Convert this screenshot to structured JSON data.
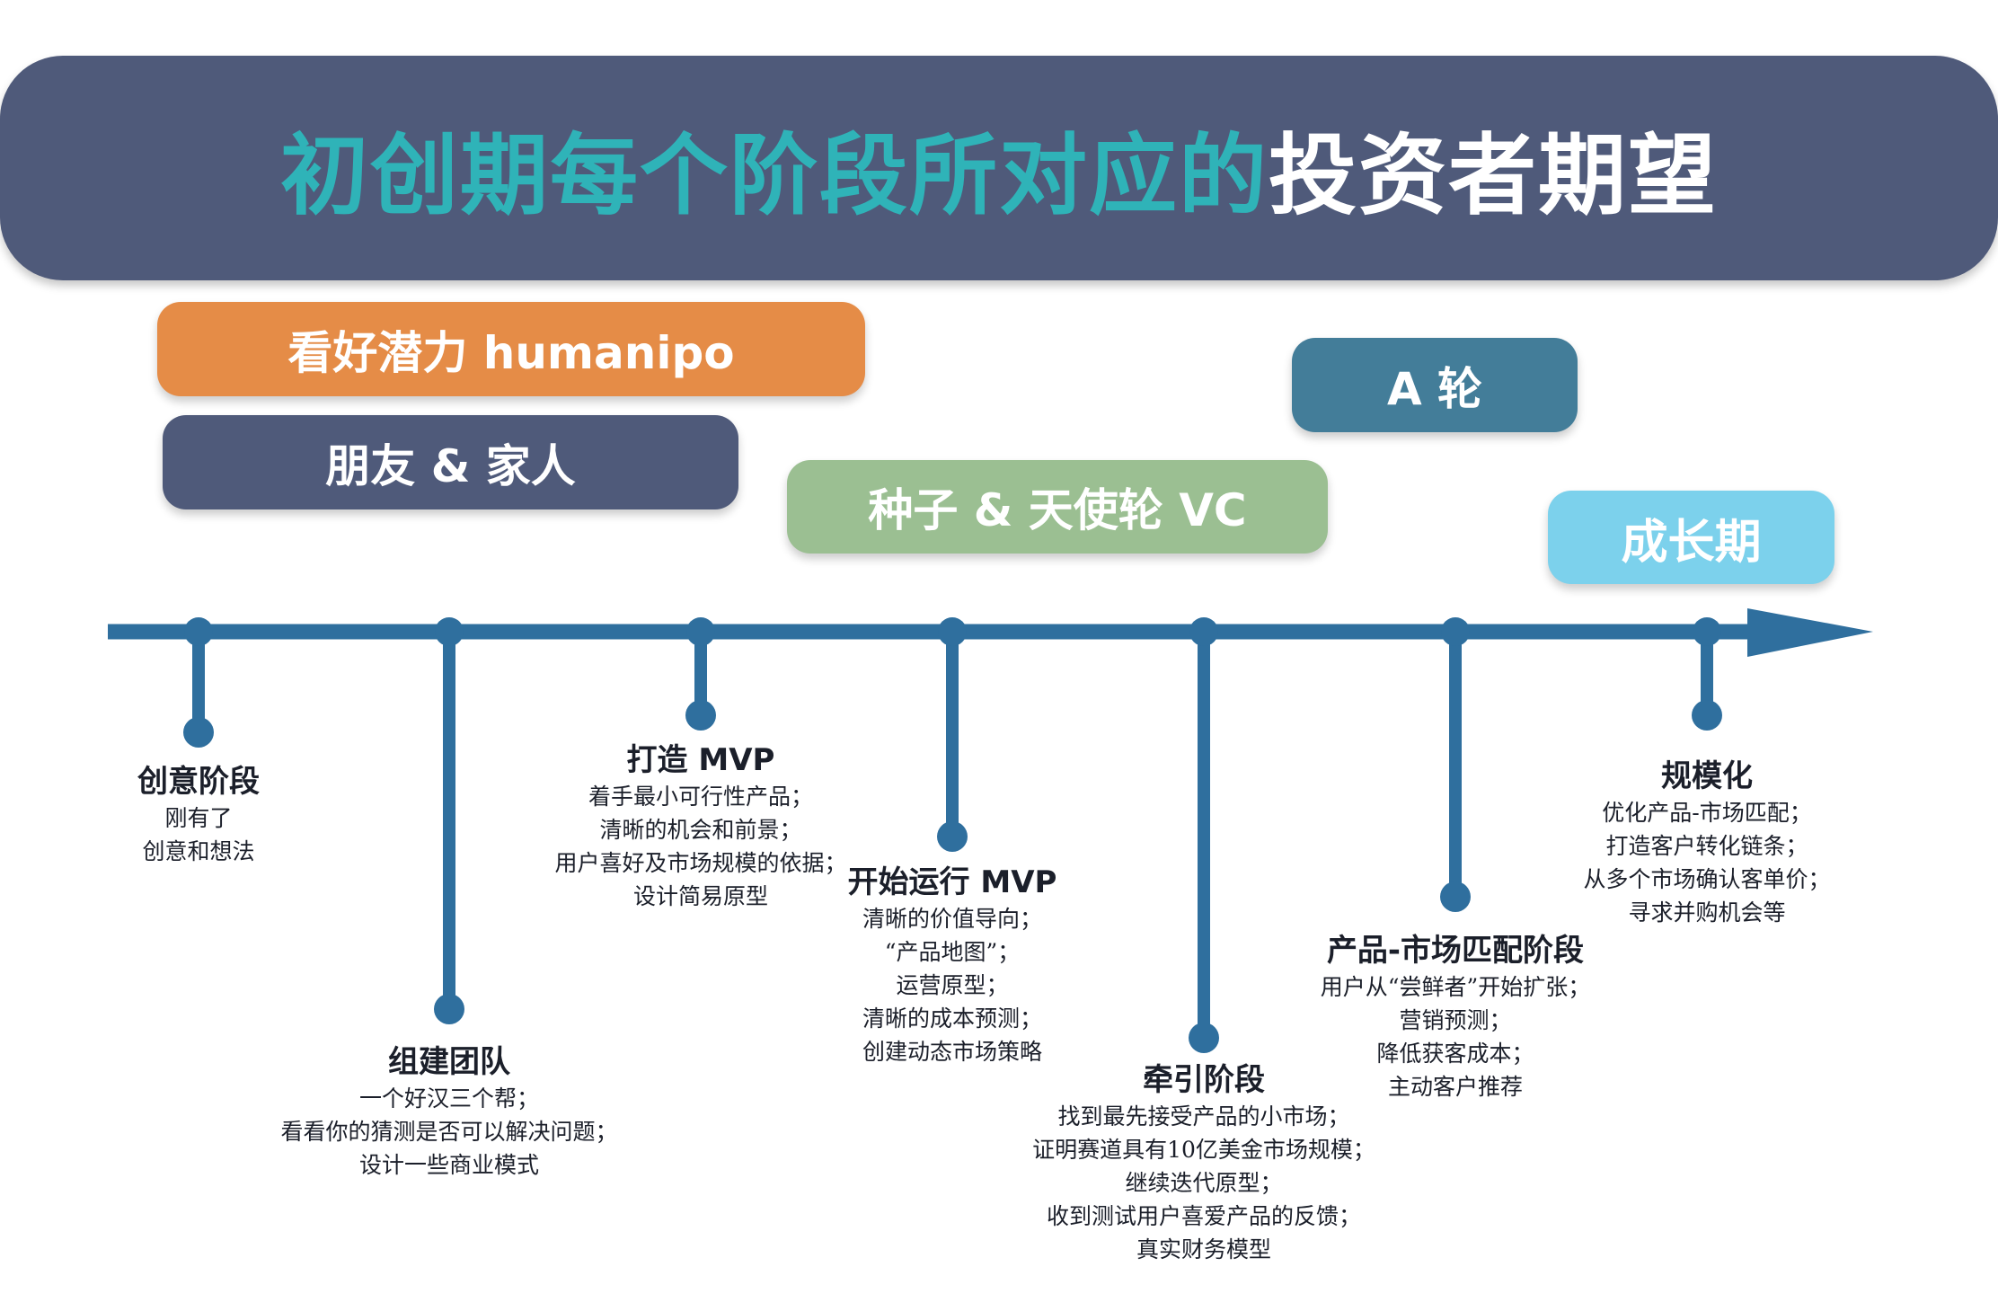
{
  "title": {
    "main": "初创期每个阶段所对应的",
    "accent": "投资者期望"
  },
  "colors": {
    "banner": "#4f5a7a",
    "title_main": "#2fb3b8",
    "title_accent": "#ffffff",
    "timeline": "#2f6f9e",
    "humanipo": "#e58c47",
    "friends": "#4f5a7a",
    "seed": "#9bbf92",
    "a_round": "#437d99",
    "growth": "#7cd1ec"
  },
  "investor_stages": {
    "humanipo": "看好潜力 humanipo",
    "friends": "朋友 & 家人",
    "seed": "种子 & 天使轮  VC",
    "a_round": "A 轮",
    "growth": "成长期"
  },
  "milestones": [
    {
      "title": "创意阶段",
      "lines": [
        "刚有了",
        "创意和想法"
      ]
    },
    {
      "title": "组建团队",
      "lines": [
        "一个好汉三个帮；",
        "看看你的猜测是否可以解决问题；",
        "设计一些商业模式"
      ]
    },
    {
      "title": "打造 MVP",
      "lines": [
        "着手最小可行性产品；",
        "清晰的机会和前景；",
        "用户喜好及市场规模的依据；",
        "设计简易原型"
      ]
    },
    {
      "title": "开始运行 MVP",
      "lines": [
        "清晰的价值导向；",
        "“产品地图”；",
        "运营原型；",
        "清晰的成本预测；",
        "创建动态市场策略"
      ]
    },
    {
      "title": "牵引阶段",
      "lines": [
        "找到最先接受产品的小市场；",
        "证明赛道具有10亿美金市场规模；",
        "继续迭代原型；",
        "收到测试用户喜爱产品的反馈；",
        "真实财务模型"
      ]
    },
    {
      "title": "产品-市场匹配阶段",
      "lines": [
        "用户从“尝鲜者”开始扩张；",
        "营销预测；",
        "降低获客成本；",
        "主动客户推荐"
      ]
    },
    {
      "title": "规模化",
      "lines": [
        "优化产品-市场匹配；",
        "打造客户转化链条；",
        "从多个市场确认客单价；",
        "寻求并购机会等"
      ]
    }
  ]
}
